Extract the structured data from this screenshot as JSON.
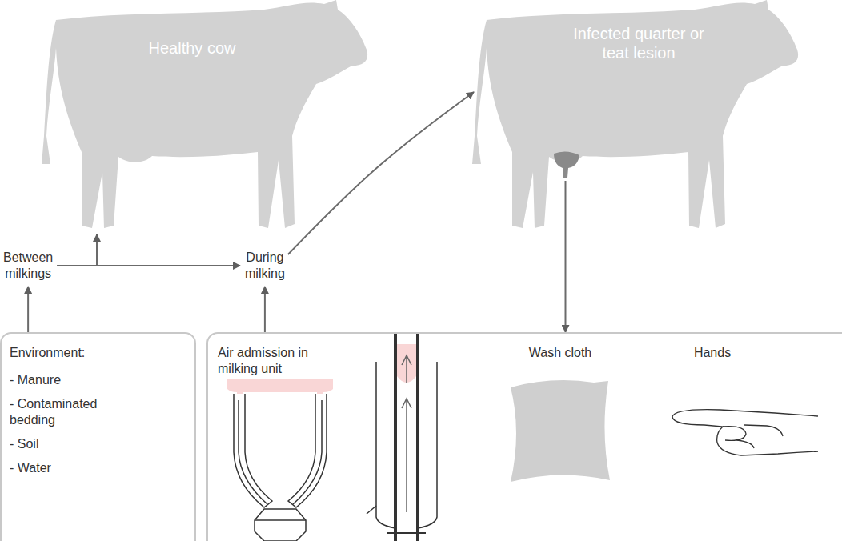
{
  "diagram": {
    "nodes": [
      {
        "text": [
          "Healthy cow"
        ]
      },
      {
        "text": [
          "Infected quarter or teat lesion"
        ]
      },
      {
        "text": [
          "Between milkings"
        ]
      },
      {
        "text": [
          "During milking"
        ]
      },
      {
        "text": [
          "Environment:",
          "- Manure",
          "- Contaminated bedding",
          "- Soil",
          "- Water"
        ]
      },
      {
        "text": [
          "Air admission in milking unit",
          "Wash cloth",
          "Hands"
        ]
      }
    ],
    "edges": [
      {
        "from": 4,
        "to": 2,
        "arrow": "to"
      },
      {
        "from": 2,
        "to": 0,
        "arrow": "to"
      },
      {
        "from": 2,
        "to": 3,
        "arrow": "to"
      },
      {
        "from": 3,
        "to": 1,
        "arrow": "to"
      },
      {
        "from": 1,
        "to": 5,
        "arrow": "to"
      },
      {
        "from": 5,
        "to": 3,
        "arrow": "to"
      }
    ]
  }
}
